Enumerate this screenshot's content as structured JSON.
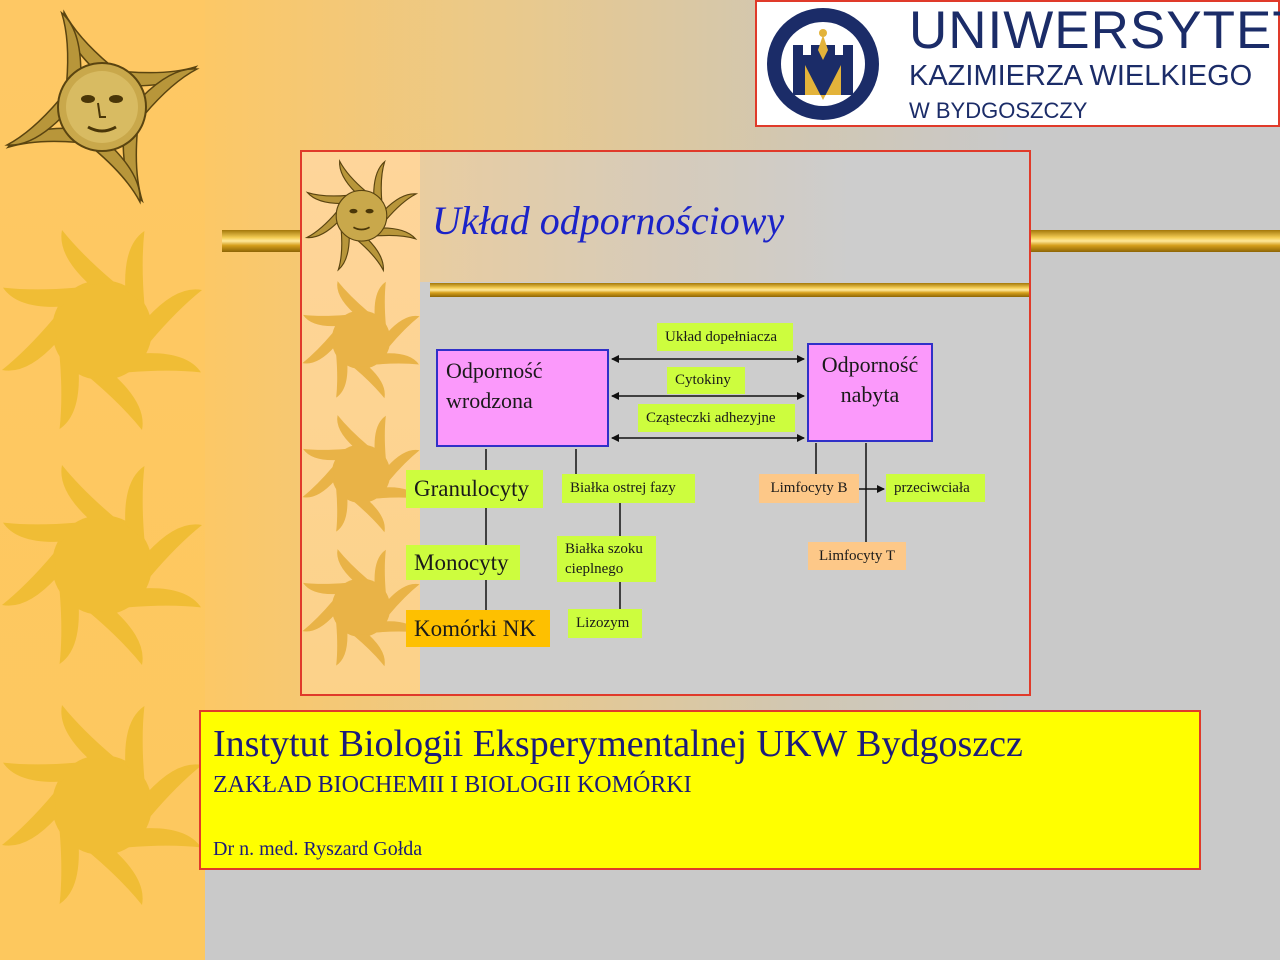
{
  "university": {
    "line1": "UNIWERSYTET",
    "line2": "KAZIMIERZA WIELKIEGO",
    "line3": "W BYDGOSZCZY",
    "logo_icon": "university-crest-icon",
    "color": "#1b2c68"
  },
  "slide": {
    "title": "Układ odpornościowy",
    "title_color": "#1b23c8"
  },
  "diagram": {
    "innate": "Odporność wrodzona",
    "acquired": "Odporność nabyta",
    "links": [
      "Układ dopełniacza",
      "Cytokiny",
      "Cząsteczki adhezyjne"
    ],
    "cells": [
      "Granulocyty",
      "Monocyty",
      "Komórki NK"
    ],
    "proteins": [
      "Białka ostrej fazy",
      "Białka szoku cieplnego",
      "Lizozym"
    ],
    "lymph_b": "Limfocyty B",
    "antibodies": "przeciwciała",
    "lymph_t": "Limfocyty T"
  },
  "footer": {
    "institute": "Instytut Biologii Eksperymentalnej UKW Bydgoszcz",
    "department": "ZAKŁAD BIOCHEMII I BIOLOGII KOMÓRKI",
    "author": "Dr n. med. Ryszard Gołda"
  },
  "colors": {
    "pink_box": "#fb99fb",
    "green_box": "#cdfd3e",
    "orange_box": "#fdc888",
    "gold_box": "#fec000",
    "footer_bg": "#ffff00",
    "border_red": "#e03a2a"
  }
}
